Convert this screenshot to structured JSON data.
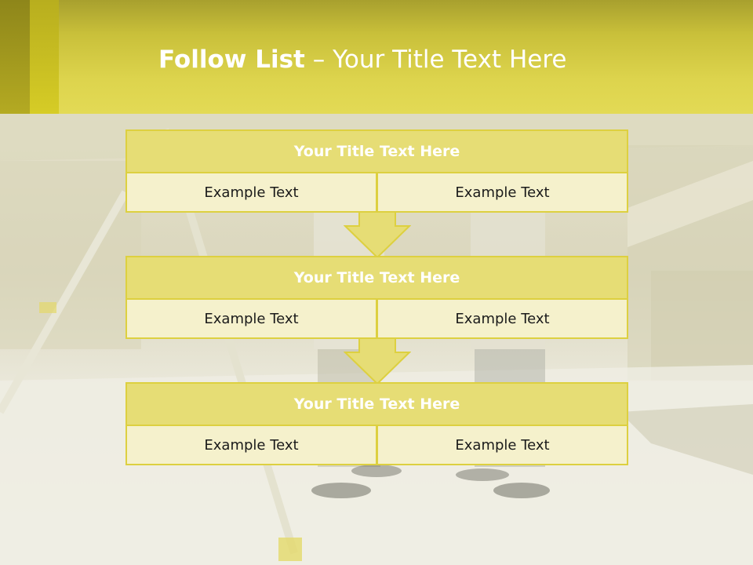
{
  "slide": {
    "title_bold": "Follow List",
    "title_rest": "– Your Title Text Here"
  },
  "blocks": [
    {
      "title": "Your Title Text Here",
      "left": "Example Text",
      "right": "Example Text"
    },
    {
      "title": "Your Title Text Here",
      "left": "Example Text",
      "right": "Example Text"
    },
    {
      "title": "Your Title Text Here",
      "left": "Example Text",
      "right": "Example Text"
    }
  ],
  "colors": {
    "accent": "#ddd040",
    "header_fill": "#e6dd75",
    "cell_fill": "#f5f1cc"
  }
}
